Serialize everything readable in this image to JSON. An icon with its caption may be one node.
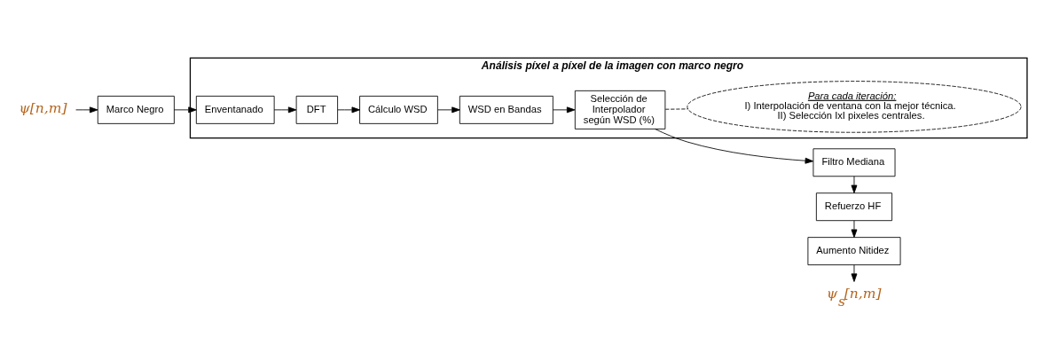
{
  "diagram": {
    "nodes": [
      {
        "text": [
          "ψ[n,m]"
        ]
      },
      {
        "text": [
          "Marco Negro"
        ]
      },
      {
        "text": [
          "Análisis píxel a píxel de la imagen con marco negro"
        ]
      },
      {
        "text": [
          "DFT"
        ],
        "in": 2
      },
      {
        "text": [
          "Cálculo WSD"
        ],
        "in": 2
      },
      {
        "text": [
          "Enventanado"
        ],
        "in": 2
      },
      {
        "text": [
          "WSD en Bandas"
        ],
        "in": 2
      },
      {
        "text": [
          "Selección de Interpolador según WSD (%)"
        ],
        "in": 2
      },
      {
        "text": [
          "Para cada iteración:",
          "I) Interpolación de ventana con la mejor técnica.",
          "II) Selección IxI pixeles centrales."
        ],
        "in": 2
      },
      {
        "text": [
          "Filtro Mediana"
        ]
      },
      {
        "text": [
          "Refuerzo HF"
        ]
      },
      {
        "text": [
          "Aumento Nitidez"
        ]
      },
      {
        "text": [
          "ψ$_{s}$[n,m]"
        ]
      }
    ],
    "edges": [
      {
        "from": 0,
        "to": 1,
        "arrow": "to"
      },
      {
        "from": 1,
        "to": 5,
        "arrow": "to"
      },
      {
        "from": 5,
        "to": 3,
        "arrow": "to"
      },
      {
        "from": 3,
        "to": 4,
        "arrow": "to"
      },
      {
        "from": 4,
        "to": 6,
        "arrow": "to"
      },
      {
        "from": 6,
        "to": 7,
        "arrow": "to"
      },
      {
        "from": 7,
        "to": 8,
        "arrow": "none",
        "style": "dashed"
      },
      {
        "from": 7,
        "to": 9,
        "arrow": "to"
      },
      {
        "from": 9,
        "to": 10,
        "arrow": "to"
      },
      {
        "from": 10,
        "to": 11,
        "arrow": "to"
      },
      {
        "from": 11,
        "to": 12,
        "arrow": "to"
      }
    ]
  }
}
